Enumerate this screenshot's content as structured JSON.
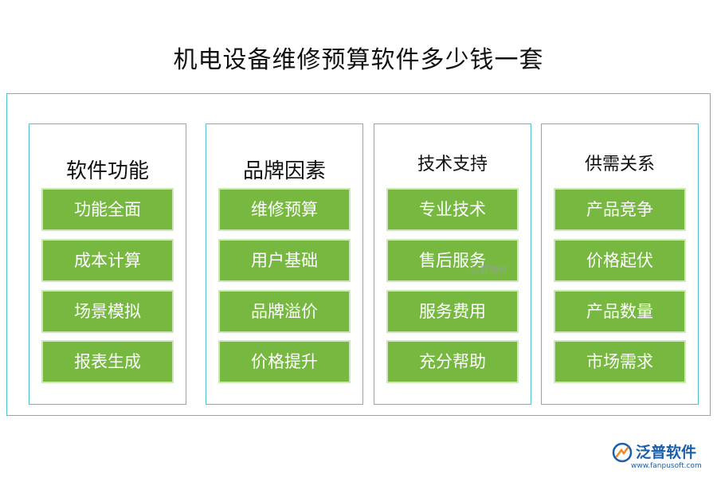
{
  "title": "机电设备维修预算软件多少钱一套",
  "columns": [
    {
      "heading": "软件功能",
      "items": [
        "功能全面",
        "成本计算",
        "场景模拟",
        "报表生成"
      ]
    },
    {
      "heading": "品牌因素",
      "items": [
        "维修预算",
        "用户基础",
        "品牌溢价",
        "价格提升"
      ]
    },
    {
      "heading": "技术支持",
      "items": [
        "专业技术",
        "售后服务",
        "服务费用",
        "充分帮助"
      ]
    },
    {
      "heading": "供需关系",
      "items": [
        "产品竞争",
        "价格起伏",
        "产品数量",
        "市场需求"
      ]
    }
  ],
  "watermark": "泛普软件",
  "brand": {
    "name": "泛普软件",
    "url": "www.fanpusoft.com",
    "color": "#1b5ea8"
  },
  "colors": {
    "frame": "#4ec3d0",
    "item_fill": "#77b841",
    "item_border": "#cfe6b8"
  }
}
